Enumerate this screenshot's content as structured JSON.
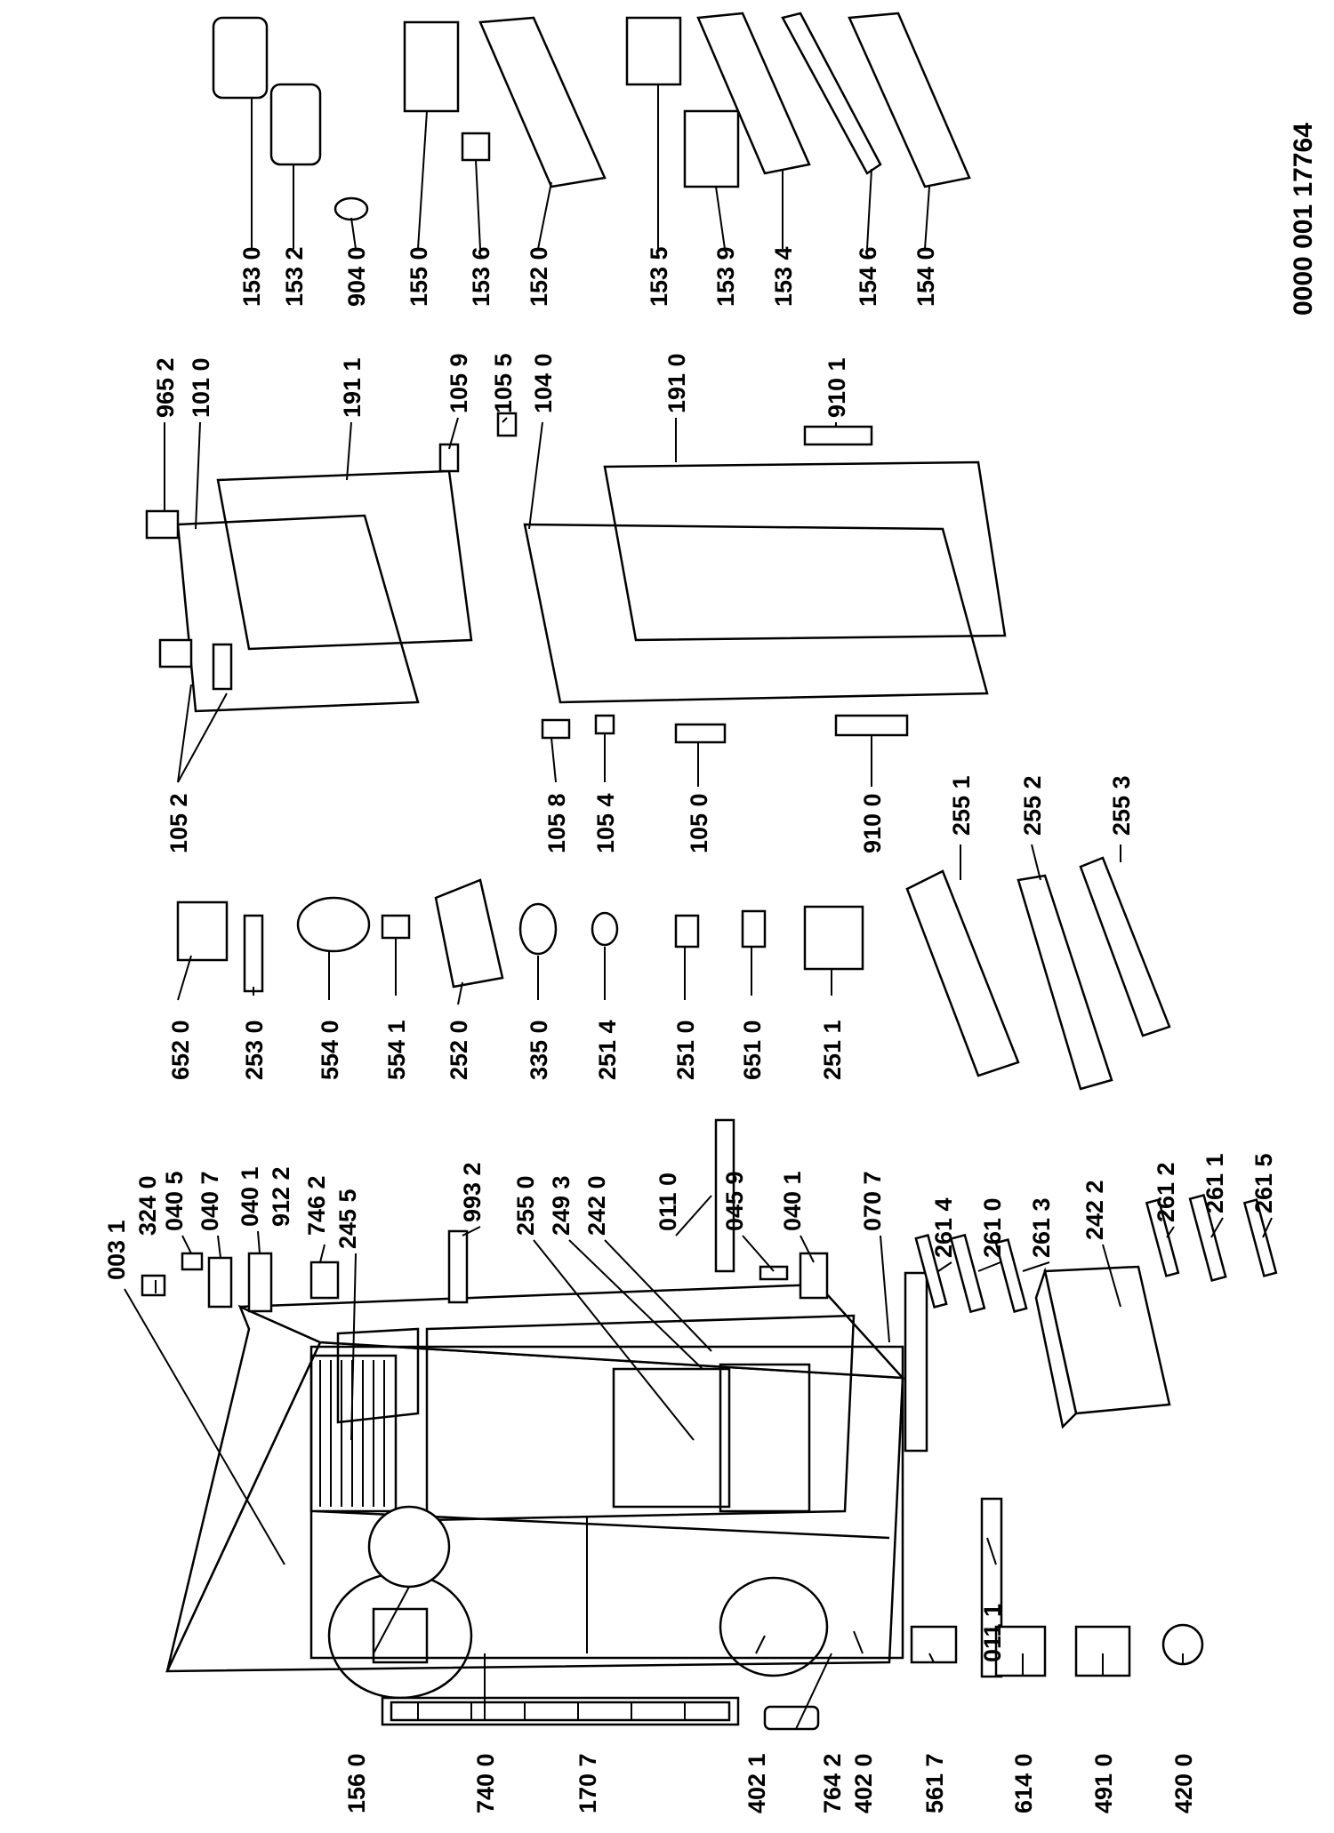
{
  "drawing_code": "0000  001 17764",
  "parts": [
    {
      "label": "003 1"
    },
    {
      "label": "324 0"
    },
    {
      "label": "040 5"
    },
    {
      "label": "040 7"
    },
    {
      "label": "040 1"
    },
    {
      "label": "912 2"
    },
    {
      "label": "746 2"
    },
    {
      "label": "245 5"
    },
    {
      "label": "993 2"
    },
    {
      "label": "255 0"
    },
    {
      "label": "249 3"
    },
    {
      "label": "242 0"
    },
    {
      "label": "011 0"
    },
    {
      "label": "045 9"
    },
    {
      "label": "040 1"
    },
    {
      "label": "070 7"
    },
    {
      "label": "261 4"
    },
    {
      "label": "261 0"
    },
    {
      "label": "261 3"
    },
    {
      "label": "242 2"
    },
    {
      "label": "261 2"
    },
    {
      "label": "261 1"
    },
    {
      "label": "261 5"
    },
    {
      "label": "652 0"
    },
    {
      "label": "253 0"
    },
    {
      "label": "554 0"
    },
    {
      "label": "554 1"
    },
    {
      "label": "252 0"
    },
    {
      "label": "335 0"
    },
    {
      "label": "251 4"
    },
    {
      "label": "251 0"
    },
    {
      "label": "651 0"
    },
    {
      "label": "251 1"
    },
    {
      "label": "105 2"
    },
    {
      "label": "105 8"
    },
    {
      "label": "105 4"
    },
    {
      "label": "105 0"
    },
    {
      "label": "910 0"
    },
    {
      "label": "255 1"
    },
    {
      "label": "255 2"
    },
    {
      "label": "255 3"
    },
    {
      "label": "965 2"
    },
    {
      "label": "101 0"
    },
    {
      "label": "191 1"
    },
    {
      "label": "105 9"
    },
    {
      "label": "105 5"
    },
    {
      "label": "104 0"
    },
    {
      "label": "191 0"
    },
    {
      "label": "910 1"
    },
    {
      "label": "153 0"
    },
    {
      "label": "153 2"
    },
    {
      "label": "904 0"
    },
    {
      "label": "155 0"
    },
    {
      "label": "153 6"
    },
    {
      "label": "152 0"
    },
    {
      "label": "153 5"
    },
    {
      "label": "153 9"
    },
    {
      "label": "153 4"
    },
    {
      "label": "154 6"
    },
    {
      "label": "154 0"
    },
    {
      "label": "156 0"
    },
    {
      "label": "740 0"
    },
    {
      "label": "170 7"
    },
    {
      "label": "402 1"
    },
    {
      "label": "764 2"
    },
    {
      "label": "402 0"
    },
    {
      "label": "561 7"
    },
    {
      "label": "614 0"
    },
    {
      "label": "491 0"
    },
    {
      "label": "420 0"
    },
    {
      "label": "011 1"
    }
  ]
}
